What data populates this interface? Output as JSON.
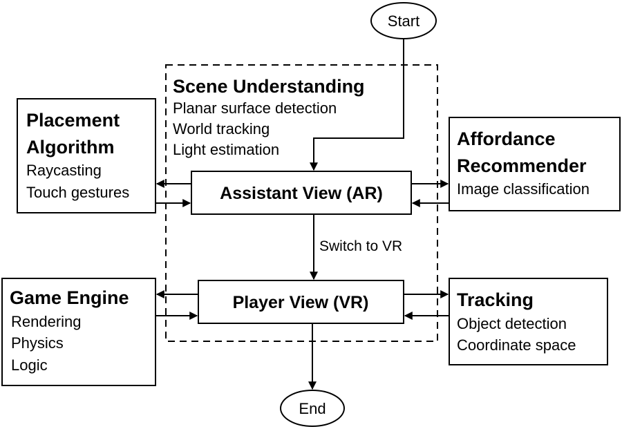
{
  "diagram": {
    "start_label": "Start",
    "end_label": "End",
    "scene": {
      "title": "Scene Understanding",
      "items": [
        "Planar surface detection",
        "World tracking",
        "Light estimation"
      ]
    },
    "placement": {
      "title_lines": [
        "Placement",
        "Algorithm"
      ],
      "items": [
        "Raycasting",
        "Touch gestures"
      ]
    },
    "affordance": {
      "title_lines": [
        "Affordance",
        "Recommender"
      ],
      "items": [
        "Image classification"
      ]
    },
    "assistant_view": {
      "label": "Assistant View (AR)"
    },
    "player_view": {
      "label": "Player View (VR)"
    },
    "switch_label": "Switch to VR",
    "game_engine": {
      "title": "Game Engine",
      "items": [
        "Rendering",
        "Physics",
        "Logic"
      ]
    },
    "tracking": {
      "title": "Tracking",
      "items": [
        "Object detection",
        "Coordinate space"
      ]
    }
  }
}
